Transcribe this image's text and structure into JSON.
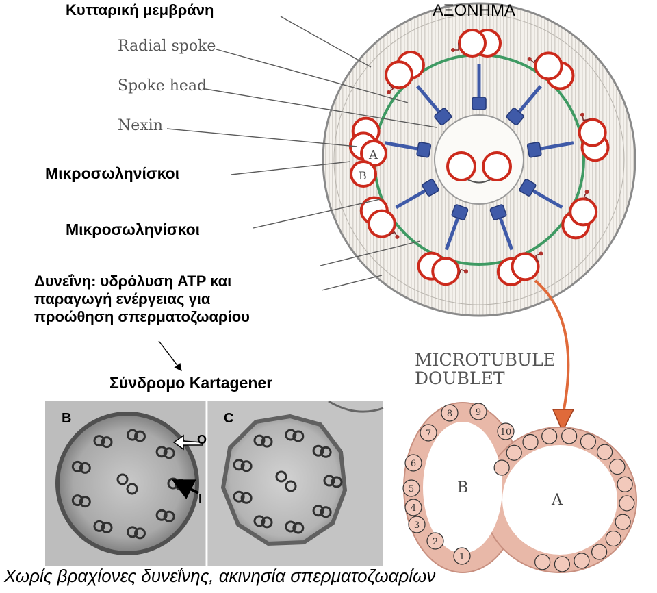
{
  "labels": {
    "cell_membrane": "Κυτταρική μεμβράνη",
    "axoneme": "ΑΞΟΝΗΜΑ",
    "radial_spoke": "Radial spoke",
    "spoke_head": "Spoke head",
    "nexin": "Nexin",
    "microtubules_1": "Μικροσωληνίσκοι",
    "microtubules_2": "Μικροσωληνίσκοι",
    "dynein_line1": "Δυνεΐνη: υδρόλυση ATP και",
    "dynein_line2": "παραγωγή ενέργειας για",
    "dynein_line3": "προώθηση σπερματοζωαρίου",
    "kartagener": "Σύνδρομο Kartagener",
    "doublet_line1": "MICROTUBULE",
    "doublet_line2": "DOUBLET",
    "footer": "Χωρίς βραχίονες δυνεΐνης, ακινησία σπερματοζωαρίων",
    "tubule_a": "A",
    "tubule_b": "B"
  },
  "micrograph": {
    "panel_b": "B",
    "panel_c": "C",
    "arrow_o": "O",
    "arrow_i": "I"
  },
  "protofilaments": [
    "1",
    "2",
    "3",
    "4",
    "5",
    "6",
    "7",
    "8",
    "9",
    "10"
  ],
  "colors": {
    "doublet_red": "#cc2a1c",
    "dynein_blue": "#3f5aa8",
    "nexin_green": "#3f9a63",
    "doublet_fill": "#e8b8a8",
    "arrow_orange": "#e06a3a"
  }
}
